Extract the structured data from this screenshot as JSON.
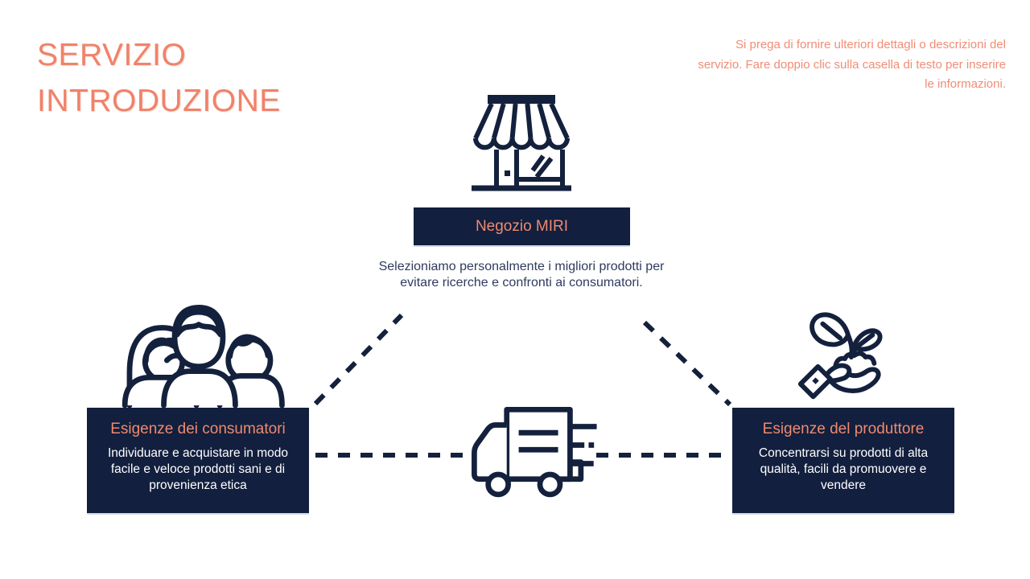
{
  "slide": {
    "title_lines": [
      "SERVIZIO",
      "INTRODUZIONE"
    ],
    "note": "Si prega di fornire ulteriori dettagli o descrizioni del servizio. Fare doppio clic sulla casella di testo per inserire le informazioni."
  },
  "store": {
    "icon": "storefront-icon",
    "label": "Negozio MIRI",
    "description": "Selezioniamo personalmente i migliori prodotti per evitare ricerche e confronti ai consumatori."
  },
  "consumers": {
    "icon": "people-group-icon",
    "title": "Esigenze dei consumatori",
    "body": "Individuare e acquistare in modo facile e veloce prodotti sani e di provenienza etica"
  },
  "producer": {
    "icon": "hand-plant-icon",
    "title": "Esigenze del produttore",
    "body": "Concentrarsi su prodotti di alta qualità, facili da promuovere e vendere"
  },
  "logistics": {
    "icon": "delivery-truck-icon"
  },
  "colors": {
    "navy": "#14213D",
    "navy_box": "#121F3E",
    "coral": "#EE8A6E",
    "coral_title": "#F0826A",
    "text_dark": "#2F3B5F",
    "background": "#FFFFFF"
  }
}
